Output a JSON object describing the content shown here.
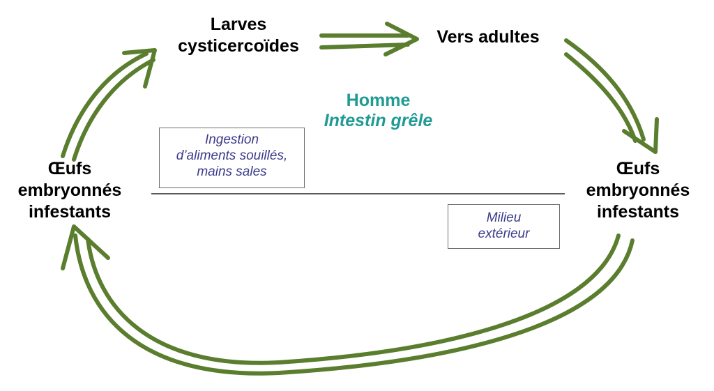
{
  "colors": {
    "arrow_green": "#5a7d2e",
    "host_teal": "#1f9a95",
    "note_text": "#3a3a8c",
    "label_text": "#000000",
    "divider": "#222222"
  },
  "stages": {
    "larves": {
      "line1": "Larves",
      "line2": "cysticercoïdes"
    },
    "vers_adultes": {
      "line1": "Vers adultes"
    },
    "oeufs_left": {
      "line1": "Œufs",
      "line2": "embryonnés",
      "line3": "infestants"
    },
    "oeufs_right": {
      "line1": "Œufs",
      "line2": "embryonnés",
      "line3": "infestants"
    }
  },
  "host": {
    "title": "Homme",
    "subtitle": "Intestin grêle"
  },
  "notes": {
    "ingestion": {
      "line1": "Ingestion",
      "line2": "d’aliments souillés,",
      "line3": "mains sales"
    },
    "milieu": {
      "line1": "Milieu",
      "line2": "extérieur"
    }
  },
  "arrows": [
    {
      "from": "oeufs_left",
      "to": "larves",
      "icon": "double-line-arrow-icon"
    },
    {
      "from": "larves",
      "to": "vers_adultes",
      "icon": "double-line-arrow-icon"
    },
    {
      "from": "vers_adultes",
      "to": "oeufs_right",
      "icon": "double-line-arrow-icon"
    },
    {
      "from": "oeufs_right",
      "to": "oeufs_left",
      "icon": "double-line-arrow-icon"
    }
  ]
}
